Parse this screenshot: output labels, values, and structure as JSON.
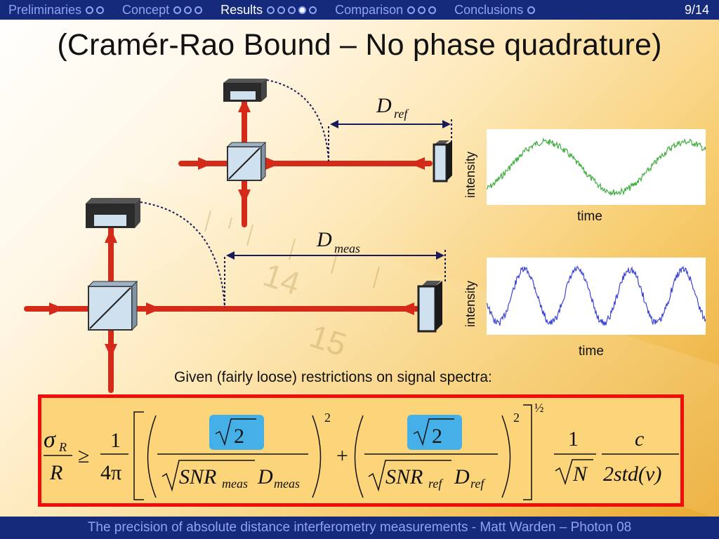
{
  "nav": {
    "sections": [
      {
        "label": "Preliminaries",
        "dots": 2,
        "active_dot": -1,
        "active": false
      },
      {
        "label": "Concept",
        "dots": 3,
        "active_dot": -1,
        "active": false
      },
      {
        "label": "Results",
        "dots": 5,
        "active_dot": 3,
        "active": true
      },
      {
        "label": "Comparison",
        "dots": 3,
        "active_dot": -1,
        "active": false
      },
      {
        "label": "Conclusions",
        "dots": 1,
        "active_dot": -1,
        "active": false
      }
    ],
    "page": "9/14"
  },
  "title": "(Cramér-Rao Bound – No phase quadrature)",
  "diagram": {
    "d_ref_main": "D",
    "d_ref_sub": "ref",
    "d_meas_main": "D",
    "d_meas_sub": "meas",
    "ruler_marks": [
      "14",
      "15"
    ]
  },
  "plots": {
    "ref": {
      "ylabel": "intensity",
      "xlabel": "time",
      "color": "#3fae3f"
    },
    "meas": {
      "ylabel": "intensity",
      "xlabel": "time",
      "color": "#3b44d6"
    }
  },
  "given_text": "Given (fairly loose) restrictions on signal spectra:",
  "equation": {
    "sigma": "σ",
    "sub_R": "R",
    "R": "R",
    "geq": "≥",
    "one": "1",
    "four_pi": "4π",
    "sqrt2": "2",
    "snr": "SNR",
    "sub_meas": "meas",
    "sub_ref": "ref",
    "D": "D",
    "exp2": "2",
    "plus": "+",
    "half": "½",
    "N": "N",
    "c": "c",
    "two_std": "2std(ν)"
  },
  "footer": "The precision of absolute distance interferometry measurements - Matt Warden – Photon 08"
}
